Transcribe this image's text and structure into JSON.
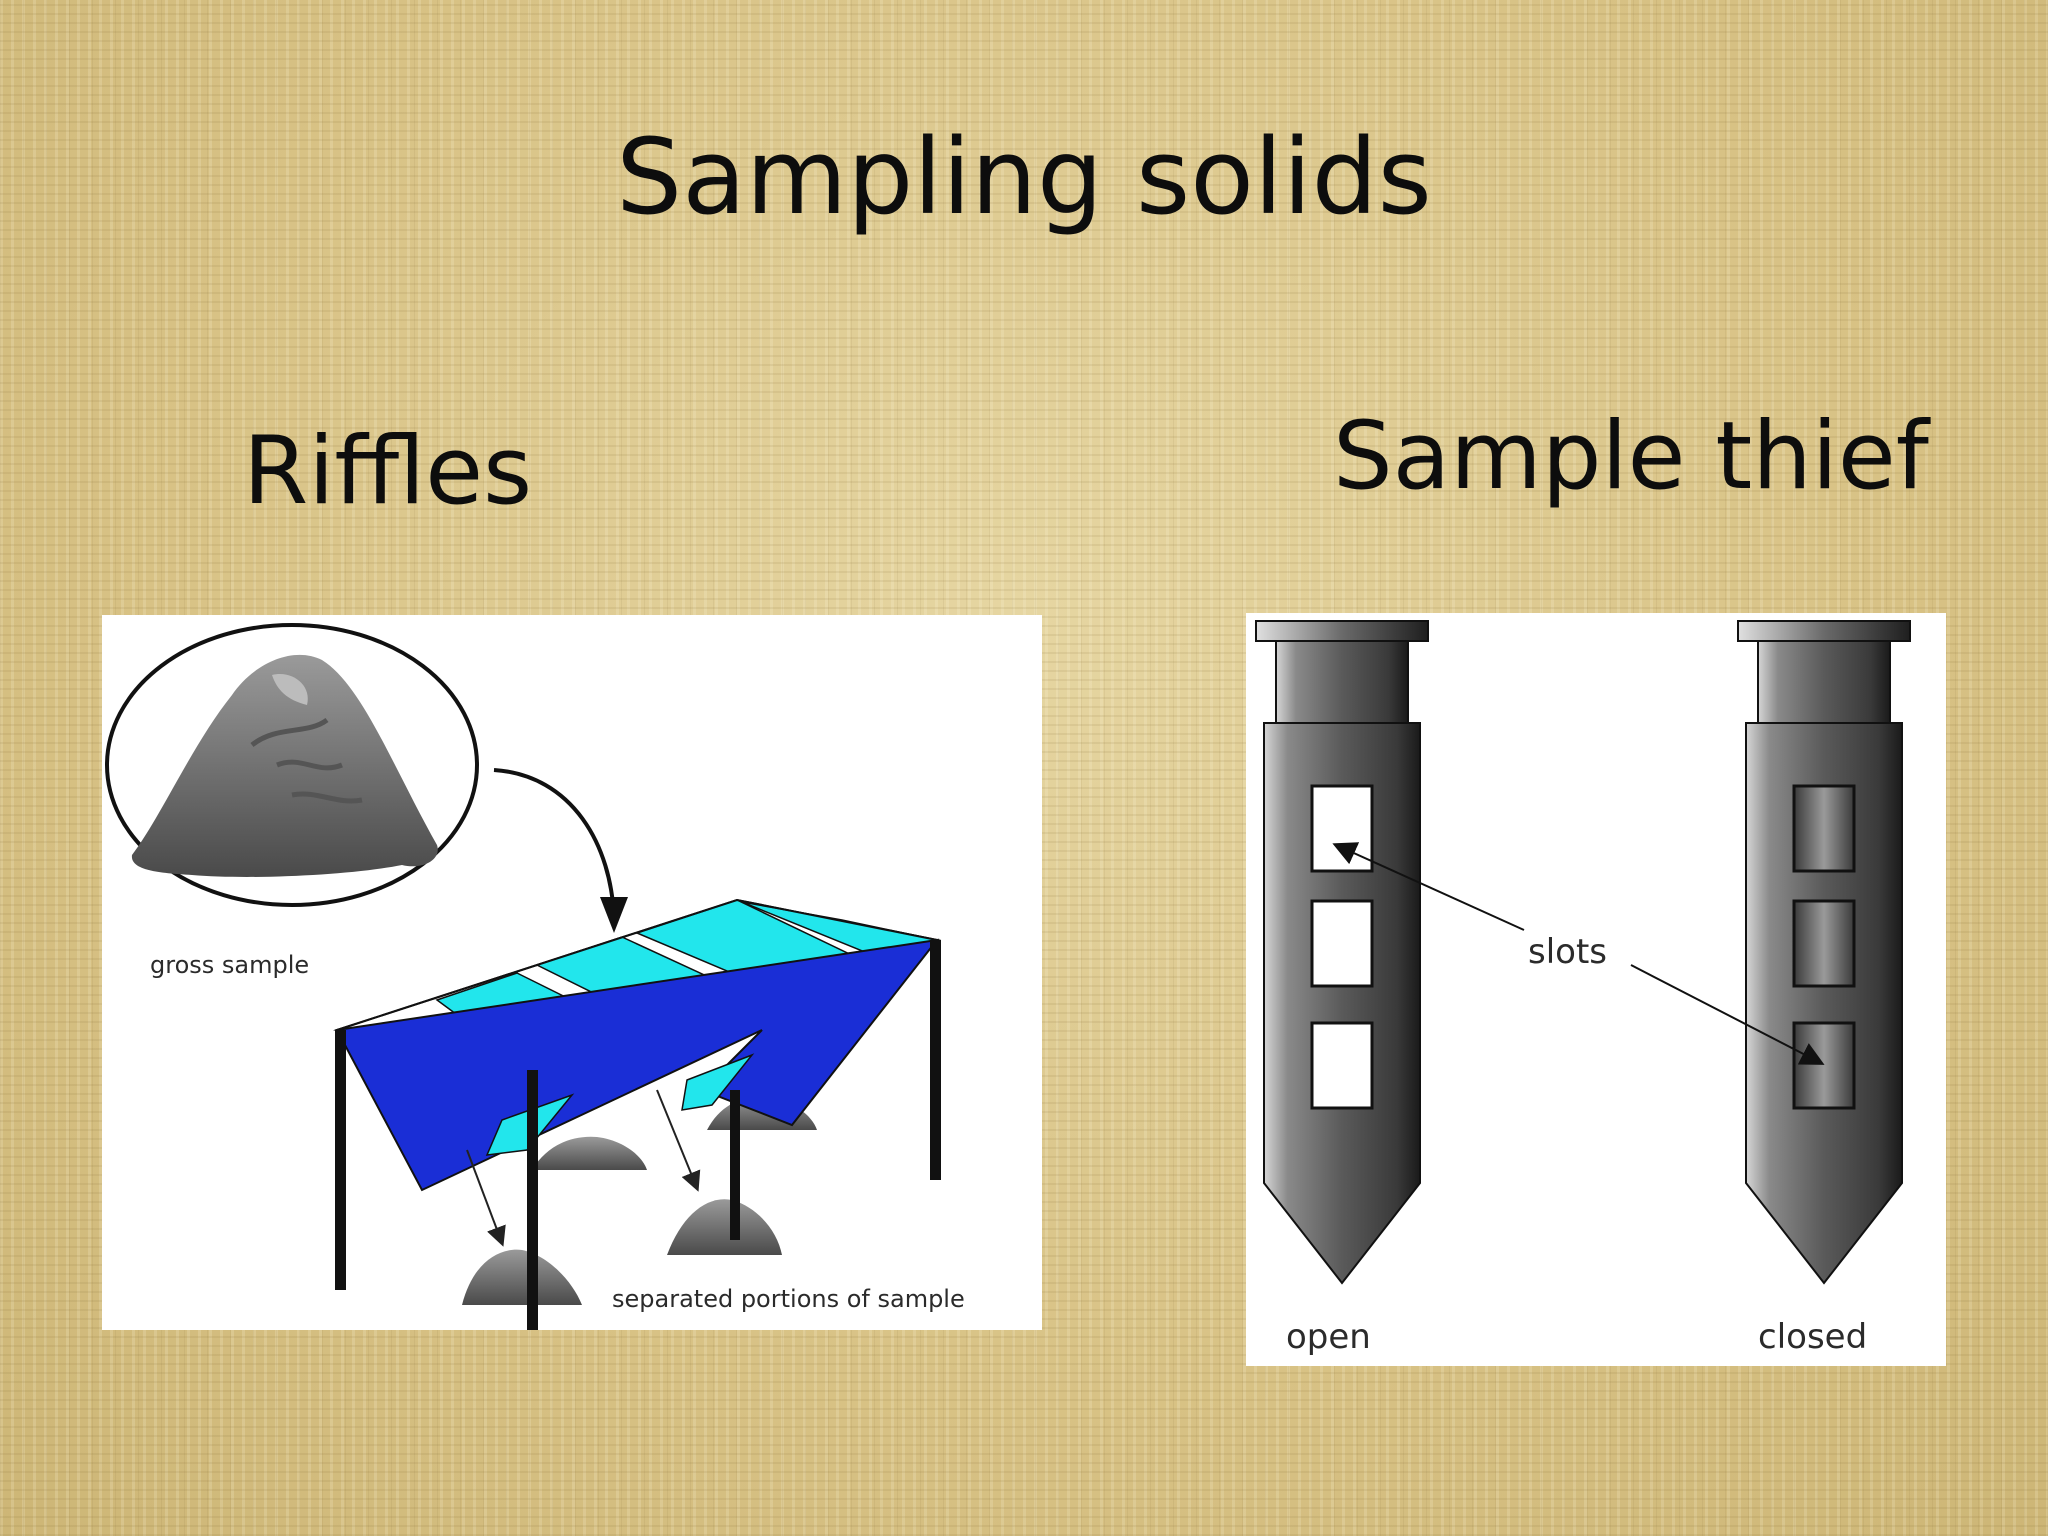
{
  "slide": {
    "title": "Sampling solids",
    "left_heading": "Riffles",
    "right_heading": "Sample thief"
  },
  "riffles_diagram": {
    "gross_sample_label": "gross sample",
    "separated_label": "separated portions of sample"
  },
  "thief_diagram": {
    "slots_label": "slots",
    "open_label": "open",
    "closed_label": "closed"
  },
  "colors": {
    "riffle_blue": "#1a2ed6",
    "riffle_cyan": "#22e6ec",
    "rock_gray": "#6f6f6f"
  }
}
